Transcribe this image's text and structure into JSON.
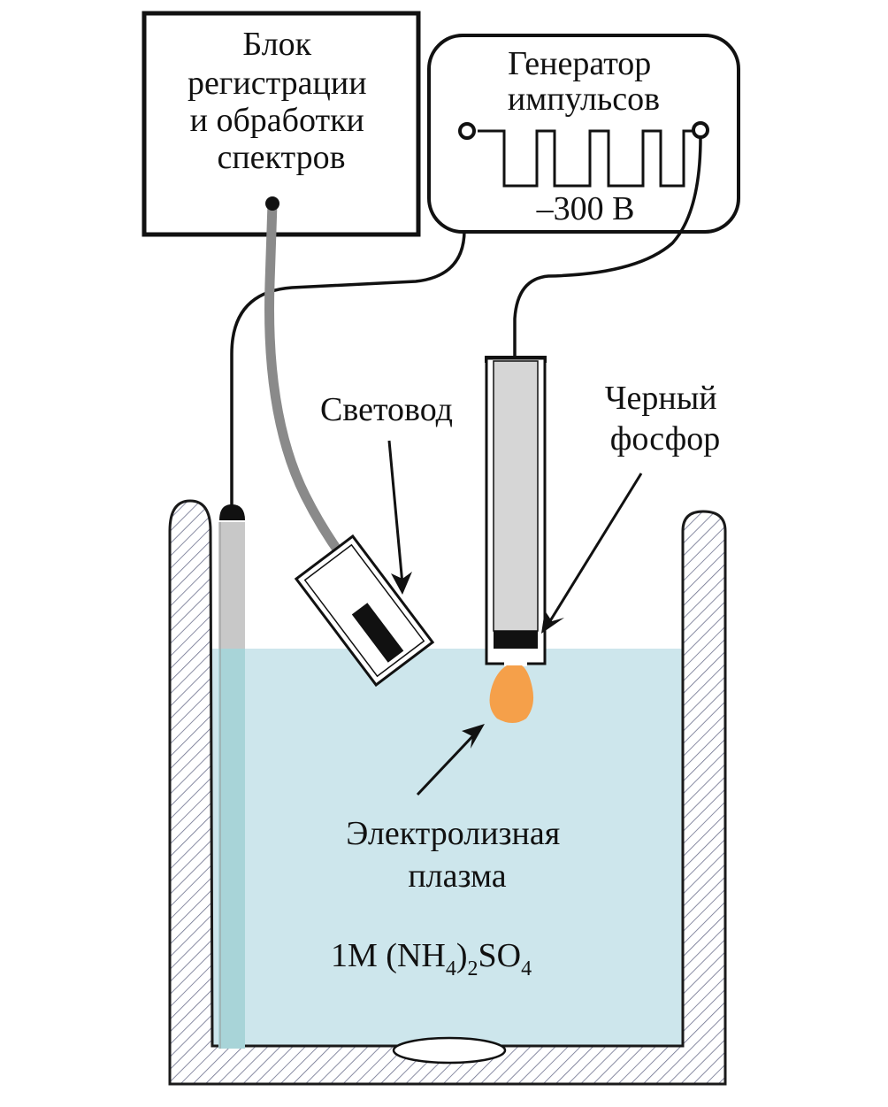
{
  "labels": {
    "registration_block": [
      "Блок",
      "регистрации",
      "и обработки",
      "спектров"
    ],
    "generator": [
      "Генератор",
      "импульсов"
    ],
    "voltage": "–300 В",
    "light_guide": "Световод",
    "black_phosphorus": [
      "Черный",
      "фосфор"
    ],
    "plasma": [
      "Электролизная",
      "плазма"
    ],
    "electrolyte": {
      "prefix": "1M (NH",
      "sub1": "4",
      "mid": ")",
      "sub2": "2",
      "so": "SO",
      "sub3": "4"
    }
  },
  "colors": {
    "electrolyte": "#cde6ec",
    "plasma": "#f5a04a",
    "cable": "#8a8a8a",
    "electrode_fill": "#d6d6d6",
    "counter_electrode": "#a8d4d8"
  }
}
